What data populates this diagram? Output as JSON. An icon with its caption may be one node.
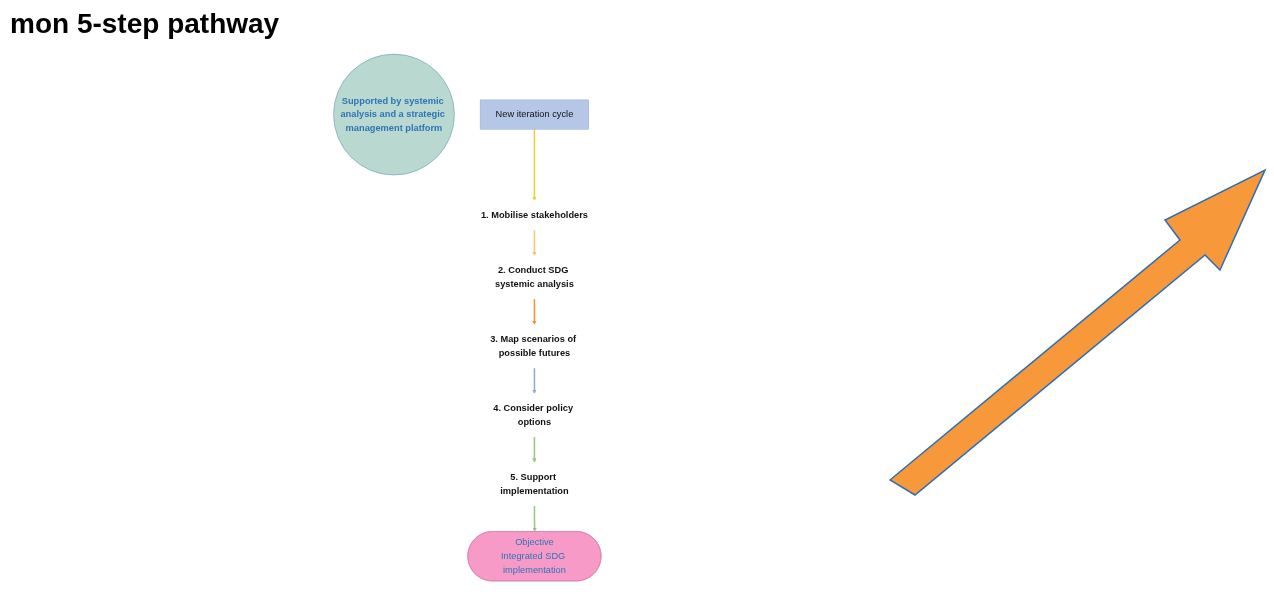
{
  "diagram": {
    "title": "mon 5-step pathway",
    "nodes": [
      {
        "text": [
          "Objective",
          "Integrated SDG implementation"
        ]
      },
      {
        "text": [
          "1. Mobilise stakeholders"
        ]
      },
      {
        "text": [
          "2. Conduct SDG systemic analysis"
        ]
      },
      {
        "text": [
          "3. Map scenarios of possible futures"
        ]
      },
      {
        "text": [
          "4. Consider policy options"
        ]
      },
      {
        "text": [
          "5. Support implementation"
        ]
      },
      {
        "text": [
          "Supported by systemic analysis and a strategic management platform"
        ]
      },
      {
        "text": [
          "New iteration cycle"
        ]
      }
    ],
    "edges": [
      {
        "from": 7,
        "to": 1,
        "arrow": "to",
        "color": "#e6d23a"
      },
      {
        "from": 1,
        "to": 2,
        "arrow": "to",
        "color": "#f9c66b"
      },
      {
        "from": 2,
        "to": 3,
        "arrow": "to",
        "color": "#f5922f"
      },
      {
        "from": 3,
        "to": 4,
        "arrow": "to",
        "color": "#8ea9db"
      },
      {
        "from": 4,
        "to": 5,
        "arrow": "to",
        "color": "#9cc486"
      },
      {
        "from": 5,
        "to": 0,
        "arrow": "to",
        "color": "#9cc486"
      }
    ]
  }
}
